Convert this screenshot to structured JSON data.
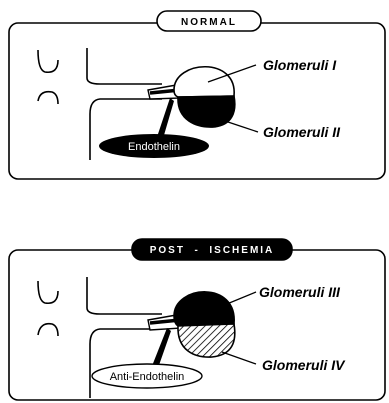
{
  "panels": [
    {
      "title": "NORMAL",
      "title_style": "outlined",
      "upper_label": "Glomeruli I",
      "lower_label": "Glomeruli II",
      "upper_fill": "white",
      "lower_fill": "black",
      "agent_label": "Endothelin",
      "agent_style": "filled"
    },
    {
      "title": "POST  -  ISCHEMIA",
      "title_style": "filled",
      "upper_label": "Glomeruli III",
      "lower_label": "Glomeruli IV",
      "upper_fill": "black",
      "lower_fill": "hatched",
      "agent_label": "Anti-Endothelin",
      "agent_style": "outlined"
    }
  ],
  "colors": {
    "ink": "#000000",
    "paper": "#ffffff"
  }
}
